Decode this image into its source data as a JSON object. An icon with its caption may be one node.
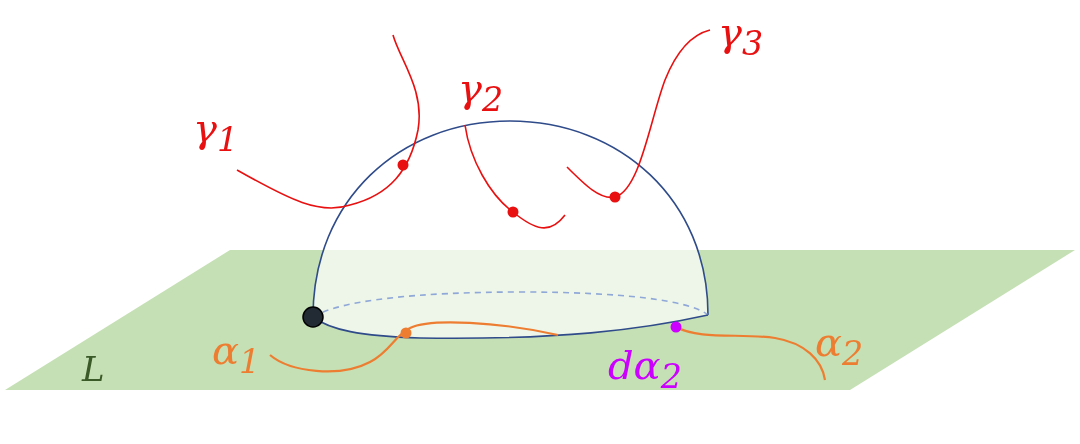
{
  "diagram": {
    "labels": [
      "γ$_{3}$",
      "γ$_{2}$",
      "γ$_{1}$",
      "α$_{1}$",
      "α$_{2}$",
      "dα$_{2}$",
      "L"
    ]
  }
}
